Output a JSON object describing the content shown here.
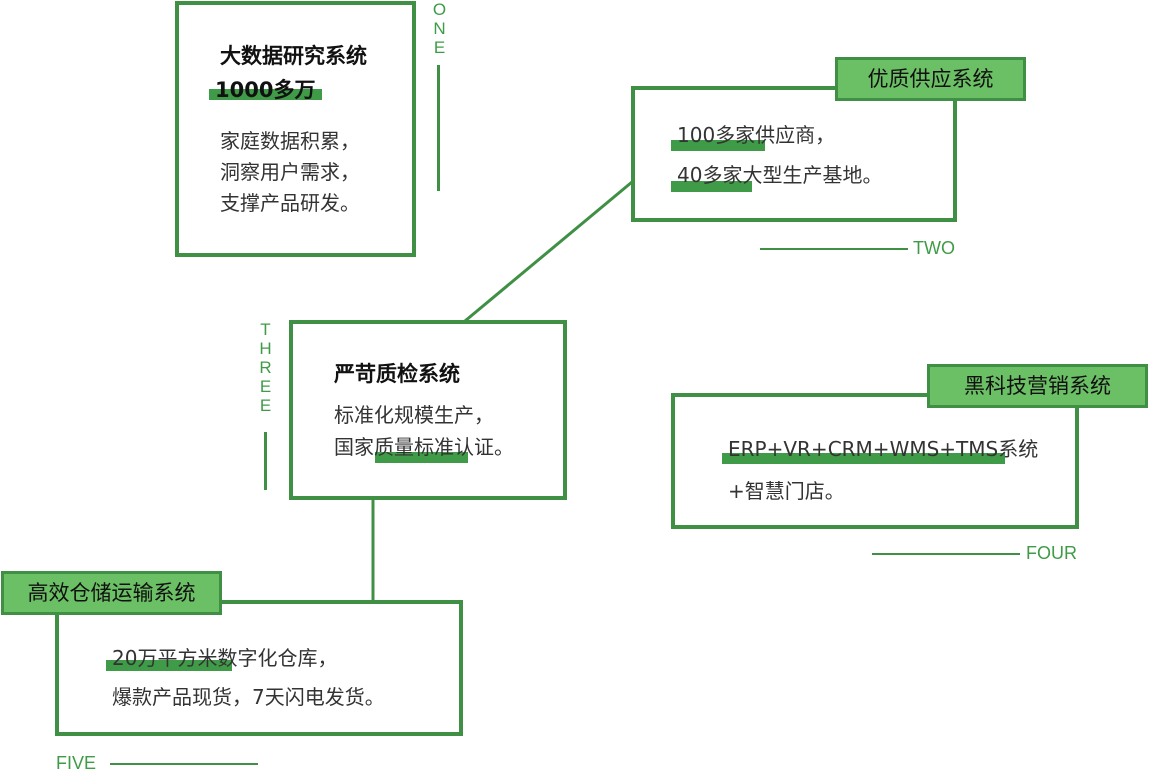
{
  "accent": "#3f8f45",
  "tag_fill": "#6bbf64",
  "one": {
    "label": "ONE",
    "title": "大数据研究系统",
    "highlight": "1000多万",
    "lines": [
      "家庭数据积累，",
      "洞察用户需求，",
      "支撑产品研发。"
    ]
  },
  "two": {
    "label": "TWO",
    "tag": "优质供应系统",
    "lines": [
      "100多家供应商，",
      "40多家大型生产基地。"
    ]
  },
  "three": {
    "label": "THREE",
    "title": "严苛质检系统",
    "lines": [
      "标准化规模生产，",
      "国家质量标准认证。"
    ]
  },
  "four": {
    "label": "FOUR",
    "tag": "黑科技营销系统",
    "lines": [
      "ERP+VR+CRM+WMS+TMS系统",
      "+智慧门店。"
    ]
  },
  "five": {
    "label": "FIVE",
    "tag": "高效仓储运输系统",
    "lines": [
      "20万平方米数字化仓库，",
      "爆款产品现货，7天闪电发货。"
    ]
  }
}
